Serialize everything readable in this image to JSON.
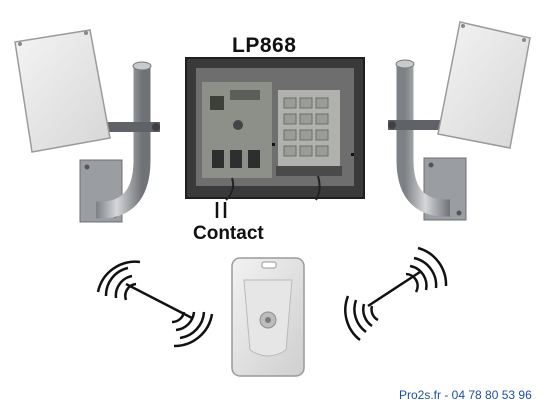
{
  "title": "LP868",
  "contact_label": "Contact",
  "footer_text": "Pro2s.fr - 04 78 80 53 96",
  "colors": {
    "footer": "#1d4f9c",
    "antenna_panel": "#e9e9e9",
    "metal": "#a6a9ad",
    "receiver_body": "#3a3a3a"
  },
  "icons": {
    "left_antenna": "panel-antenna-icon",
    "right_antenna": "panel-antenna-icon",
    "receiver": "receiver-board-icon",
    "remote": "card-transmitter-icon",
    "signal_left": "radio-waves-icon",
    "signal_right": "radio-waves-icon"
  }
}
